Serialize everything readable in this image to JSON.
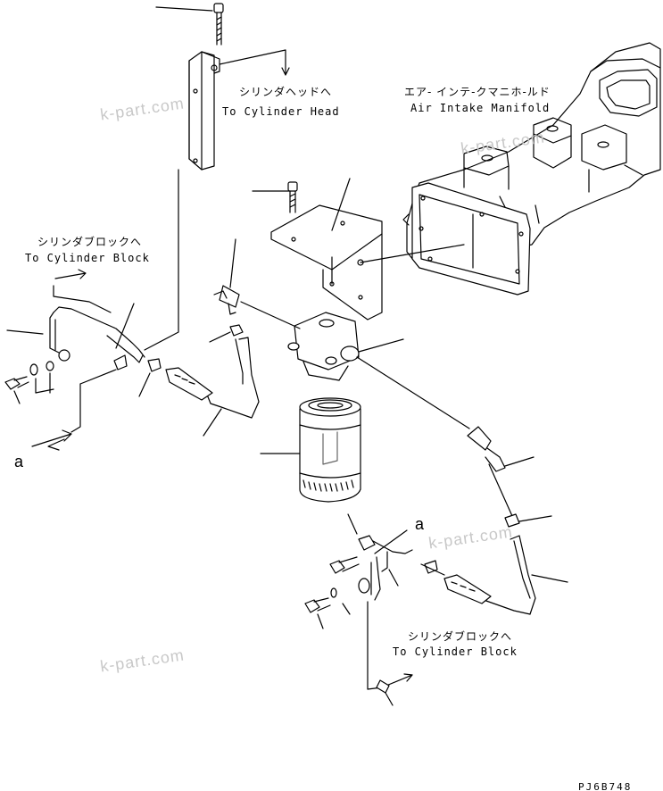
{
  "labels": {
    "cyl_head_jp": "シリンダヘッドへ",
    "cyl_head_en": "To Cylinder Head",
    "manifold_jp": "エア- インテ-クマニホ-ルド",
    "manifold_en": "Air Intake Manifold",
    "cyl_block1_jp": "シリンダブロックへ",
    "cyl_block1_en": "To Cylinder Block",
    "cyl_block2_jp": "シリンダブロックへ",
    "cyl_block2_en": "To Cylinder Block",
    "ref_a1": "a",
    "ref_a2": "a",
    "drawing_code": "PJ6B748"
  },
  "watermark": "k-part.com",
  "colors": {
    "line": "#000000",
    "watermark": "#c8c8c8"
  }
}
